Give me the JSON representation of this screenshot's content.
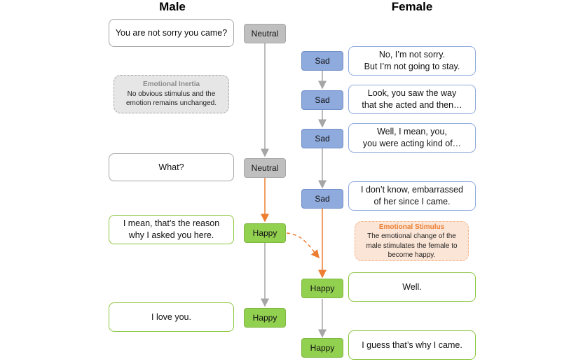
{
  "headings": {
    "male": "Male",
    "female": "Female"
  },
  "male": {
    "rows": [
      {
        "text": "You are not sorry you came?",
        "emotion": "Neutral"
      },
      {
        "text": "What?",
        "emotion": "Neutral"
      },
      {
        "text": "I mean, that’s the reason\nwhy I asked you here.",
        "emotion": "Happy"
      },
      {
        "text": "I love you.",
        "emotion": "Happy"
      }
    ]
  },
  "female": {
    "rows": [
      {
        "text": "No, I’m not sorry.\nBut I’m not going to stay.",
        "emotion": "Sad"
      },
      {
        "text": "Look, you saw the way\nthat she acted and then…",
        "emotion": "Sad"
      },
      {
        "text": "Well, I mean, you,\nyou were acting kind of…",
        "emotion": "Sad"
      },
      {
        "text": "I don’t know, embarrassed\nof her since I came.",
        "emotion": "Sad"
      },
      {
        "text": "Well.",
        "emotion": "Happy"
      },
      {
        "text": "I guess that’s why I came.",
        "emotion": "Happy"
      }
    ]
  },
  "notes": {
    "inertia": {
      "title": "Emotional Inertia",
      "body": "No obvious stimulus and the\nemotion remains unchanged."
    },
    "stimulus": {
      "title": "Emotional Stimulus",
      "body": "The emotional change of the\nmale stimulates the female to\nbecome happy."
    }
  },
  "colors": {
    "neutral": "#bfbfbf",
    "happy": "#92d050",
    "sad": "#8faadc",
    "arrow_gray": "#a6a6a6",
    "arrow_orange": "#ed7d31"
  }
}
